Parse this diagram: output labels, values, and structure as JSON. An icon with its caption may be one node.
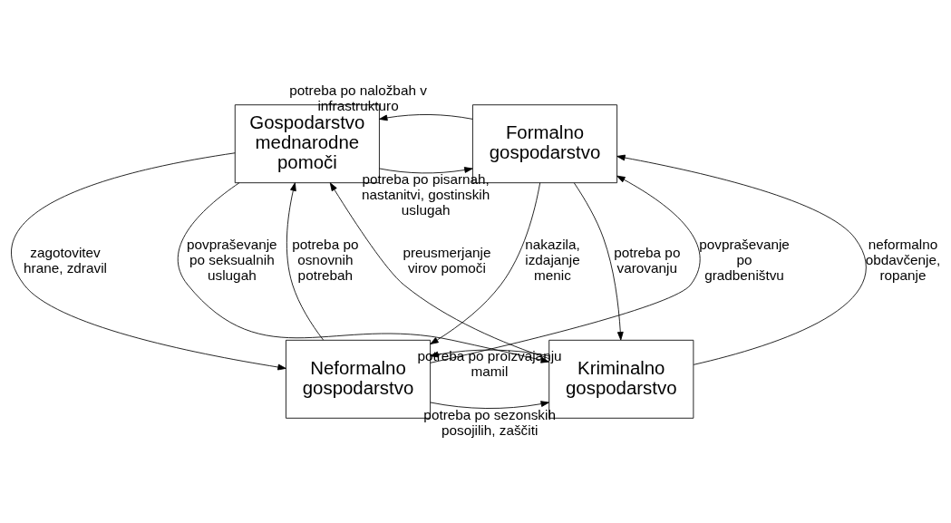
{
  "diagram": {
    "nodes": [
      {
        "text": [
          "Gospodarstvo mednarodne pomoči"
        ]
      },
      {
        "text": [
          "Formalno gospodarstvo"
        ]
      },
      {
        "text": [
          "Neformalno gospodarstvo"
        ]
      },
      {
        "text": [
          "Kriminalno gospodarstvo"
        ]
      }
    ],
    "edges": [
      {
        "from": 0,
        "to": 1,
        "arrow": "to",
        "label": "potreba po pisarnah, nastanitvi, gostinskih uslugah"
      },
      {
        "from": 1,
        "to": 0,
        "arrow": "to",
        "label": "potreba po naložbah v infrastrukturo"
      },
      {
        "from": 0,
        "to": 2,
        "arrow": "to",
        "label": "zagotovitev hrane, zdravil"
      },
      {
        "from": 2,
        "to": 0,
        "arrow": "to",
        "label": "potreba po osnovnih potrebah"
      },
      {
        "from": 1,
        "to": 3,
        "arrow": "to",
        "label": "potreba po varovanju"
      },
      {
        "from": 3,
        "to": 1,
        "arrow": "to",
        "label": "neformalno obdavčenje, ropanje"
      },
      {
        "from": 2,
        "to": 3,
        "arrow": "to",
        "label": "potreba po sezonskih posojilih, zaščiti"
      },
      {
        "from": 3,
        "to": 2,
        "arrow": "to",
        "label": "potreba po proizvajanju mamil"
      },
      {
        "from": 3,
        "to": 0,
        "arrow": "to",
        "label": "preusmerjanje virov pomoči"
      },
      {
        "from": 2,
        "to": 1,
        "arrow": "to",
        "label": "povpraševanje po gradbeništvu"
      },
      {
        "from": 0,
        "to": 3,
        "arrow": "to",
        "label": "povpraševanje po seksualnih uslugah"
      },
      {
        "from": 1,
        "to": 2,
        "arrow": "to",
        "label": "nakazila, izdajanje menic"
      }
    ]
  }
}
